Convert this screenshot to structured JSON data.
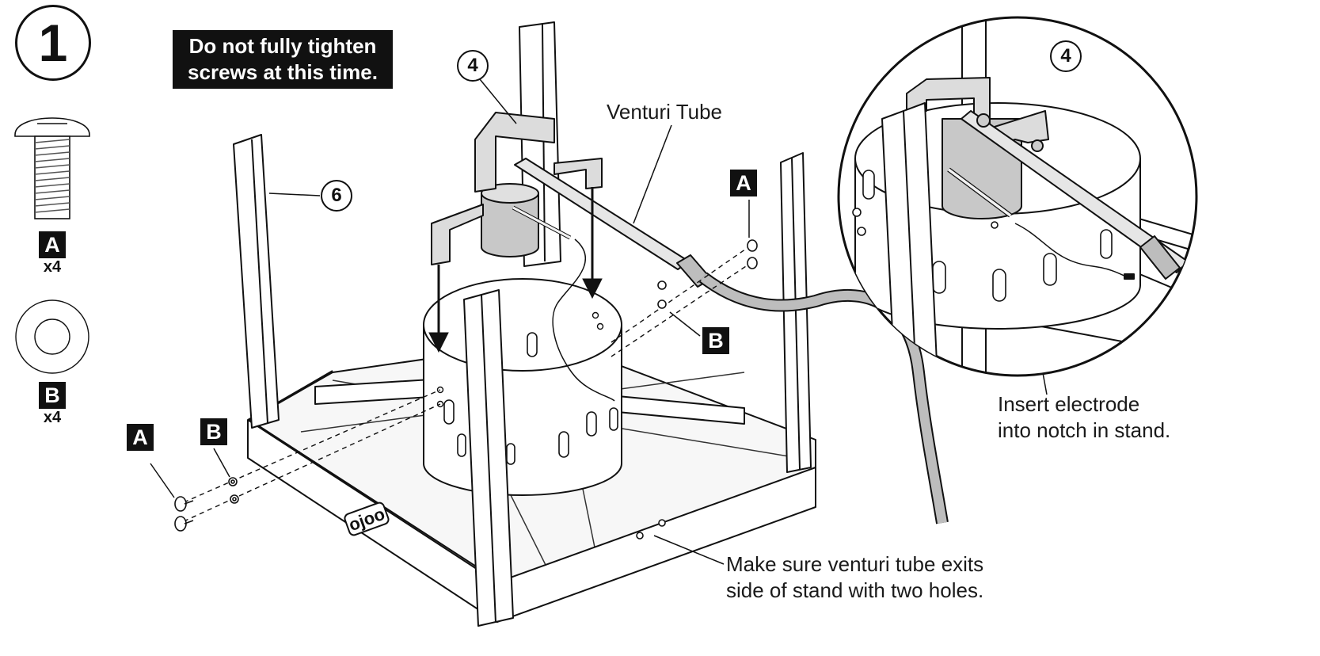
{
  "step": {
    "number": "1"
  },
  "warning": {
    "line1": "Do not fully tighten",
    "line2": "screws at this time."
  },
  "parts": [
    {
      "letter": "A",
      "quantity": "x4",
      "icon": "screw-icon"
    },
    {
      "letter": "B",
      "quantity": "x4",
      "icon": "washer-icon"
    }
  ],
  "callouts": {
    "frame_part": "6",
    "bracket_part": "4",
    "detail_bracket_part": "4",
    "screw_left": "A",
    "washer_left": "B",
    "screw_right": "A",
    "washer_right": "B"
  },
  "labels": {
    "venturi_tube": "Venturi Tube",
    "electrode_line1": "Insert electrode",
    "electrode_line2": "into notch in stand.",
    "exit_line1": "Make sure venturi tube exits",
    "exit_line2": "side of stand with two holes."
  },
  "brand_mark": "ojoo",
  "colors": {
    "ink": "#111111",
    "fill_gray": "#cfcfcf",
    "tube_gray": "#b8b8b8",
    "background": "#ffffff"
  }
}
